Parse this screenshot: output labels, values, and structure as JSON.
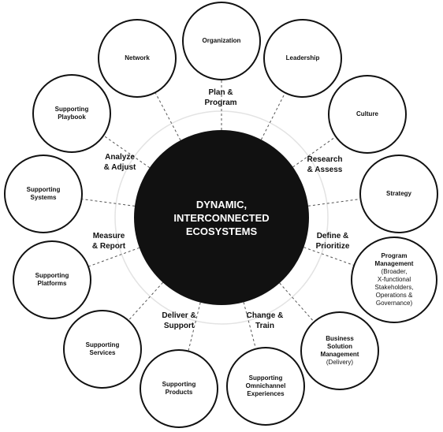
{
  "center_label": "DYNAMIC,\nINTERCONNECTED\nECOSYSTEMS",
  "phases": [
    {
      "key": "plan",
      "label": "Plan &\nProgram"
    },
    {
      "key": "research",
      "label": "Research\n& Assess"
    },
    {
      "key": "define",
      "label": "Define &\nPrioritize"
    },
    {
      "key": "change",
      "label": "Change &\nTrain"
    },
    {
      "key": "deliver",
      "label": "Deliver &\nSupport"
    },
    {
      "key": "measure",
      "label": "Measure\n& Report"
    },
    {
      "key": "analyze",
      "label": "Analyze\n& Adjust"
    }
  ],
  "satellites": [
    {
      "key": "organization",
      "label": "Organization"
    },
    {
      "key": "leadership",
      "label": "Leadership"
    },
    {
      "key": "culture",
      "label": "Culture"
    },
    {
      "key": "strategy",
      "label": "Strategy"
    },
    {
      "key": "program-management",
      "label": "Program\nManagement",
      "sub": "(Broader,\nX-functional\nStakeholders,\nOperations &\nGovernance)"
    },
    {
      "key": "business-solution-management",
      "label": "Business\nSolution\nManagement",
      "sub": "(Delivery)"
    },
    {
      "key": "supporting-omnichannel-experiences",
      "label": "Supporting\nOmnichannel\nExperiences"
    },
    {
      "key": "supporting-products",
      "label": "Supporting\nProducts"
    },
    {
      "key": "supporting-services",
      "label": "Supporting\nServices"
    },
    {
      "key": "supporting-platforms",
      "label": "Supporting\nPlatforms"
    },
    {
      "key": "supporting-systems",
      "label": "Supporting\nSystems"
    },
    {
      "key": "supporting-playbook",
      "label": "Supporting\nPlaybook"
    },
    {
      "key": "network",
      "label": "Network"
    }
  ]
}
